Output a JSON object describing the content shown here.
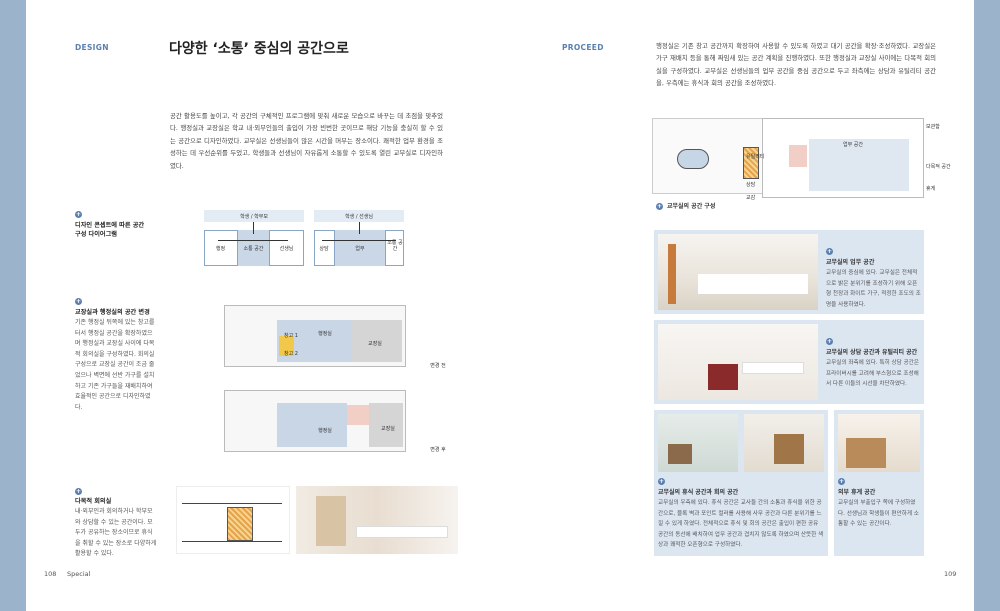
{
  "left": {
    "kicker": "DESIGN",
    "title": "다양한 ‘소통’ 중심의 공간으로",
    "intro": "공간 활용도를 높이고, 각 공간의 구체적인 프로그램에 맞춰 새로운 모습으로 바꾸는 데 초점을 맞추었다. 행정실과 교장실은 학교 내·외부인들의 출입이 가장 빈번한 곳이므로 해당 기능을 충실히 할 수 있는 공간으로 디자인하였다. 교무실은 선생님들이 많은 시간을 머무는 장소이다. 쾌적한 업무 환경을 조성하는 데 우선순위를 두었고, 학생들과 선생님이 자유롭게 소통할 수 있도록 열린 교무실로 디자인하였다.",
    "side1": {
      "heading": "디자인 콘셉트에 따른 공간 구성 다이어그램"
    },
    "side2": {
      "heading": "교장실과 행정실의 공간 변경",
      "text": "기존 행정실 뒤쪽에 있는 창고를 터서 행정실 공간을 확장하였으며 행정실과 교장실 사이에 다목적 회의실을 구성하였다. 회의실 구성으로 교장실 공간이 조금 줄었으나 벽면에 선반 가구를 설치하고 기존 가구들을 재배치하여 효율적인 공간으로 디자인하였다."
    },
    "side3": {
      "heading": "다목적 회의실",
      "text": "내·외부인과 회의하거나 학부모와 상담할 수 있는 공간이다. 모두가 공유하는 장소이므로 휴식을 취할 수 있는 장소로 다양하게 활용할 수 있다."
    },
    "diagram1": {
      "top": "학생 / 학부모",
      "cells": [
        "행정",
        "소통 공간",
        "선생님"
      ]
    },
    "diagram2": {
      "top": "학생 / 선생님",
      "cells": [
        "상담",
        "업무",
        "소통 공간"
      ]
    },
    "plan": {
      "labels": [
        "창고 1",
        "창고 2",
        "행정실",
        "교장실",
        "행정실",
        "교장실"
      ],
      "before": "변경 전",
      "after": "변경 후"
    },
    "page": "108",
    "section": "Special"
  },
  "right": {
    "kicker": "PROCEED",
    "intro": "행정실은 기존 창고 공간까지 확장하여 사용할 수 있도록 하였고 대기 공간을 확장·조성하였다. 교장실은 가구 재배치 등을 통해 짜임새 있는 공간 계획을 진행하였다. 또한 행정실과 교장실 사이에는 다목적 회의실을 구성하였다. 교무실은 선생님들의 업무 공간을 중심 공간으로 두고 좌측에는 상담과 유틸리티 공간을, 우측에는 휴식과 회의 공간을 조성하였다.",
    "plan": {
      "labels": [
        "유틸리티",
        "업무 공간",
        "상담",
        "교감",
        "보관함",
        "다목적 공간",
        "휴게"
      ]
    },
    "plan_caption": "교무실의 공간 구성",
    "box1": {
      "heading": "교무실의 업무 공간",
      "text": "교무실의 중심에 있다. 교무실은 전체적으로 밝은 분위기를 조성하기 위해 오픈형 천장과 화이트 가구, 적정한 조도의 조명을 사용하였다."
    },
    "box2": {
      "heading": "교무실의 상담 공간과 유틸리티 공간",
      "text": "교무실의 좌측에 있다. 특히 상담 공간은 프라이버시를 고려해 부스형으로 조성해서 다른 이들의 시선을 차단하였다."
    },
    "box3": {
      "heading": "교무실의 휴식 공간과 회의 공간",
      "text": "교무실의 우측에 있다. 휴식 공간은 교사들 간의 소통과 휴식을 위한 공간으로, 블록 벽과 포인트 컬러를 사용해 사무 공간과 다른 분위기를 느낄 수 있게 하였다. 전체적으로 휴식 및 회의 공간은 출입이 편한 공유 공간의 동선에 배치하여 업무 공간과 겹치지 않도록 하였으며 산뜻한 색상과 쾌적한 오픈형으로 구성하였다."
    },
    "box4": {
      "heading": "외부 휴게 공간",
      "text": "교무실의 부출입구 쪽에 구성하였다. 선생님과 학생들이 편안하게 소통할 수 있는 공간이다."
    },
    "page": "109"
  }
}
